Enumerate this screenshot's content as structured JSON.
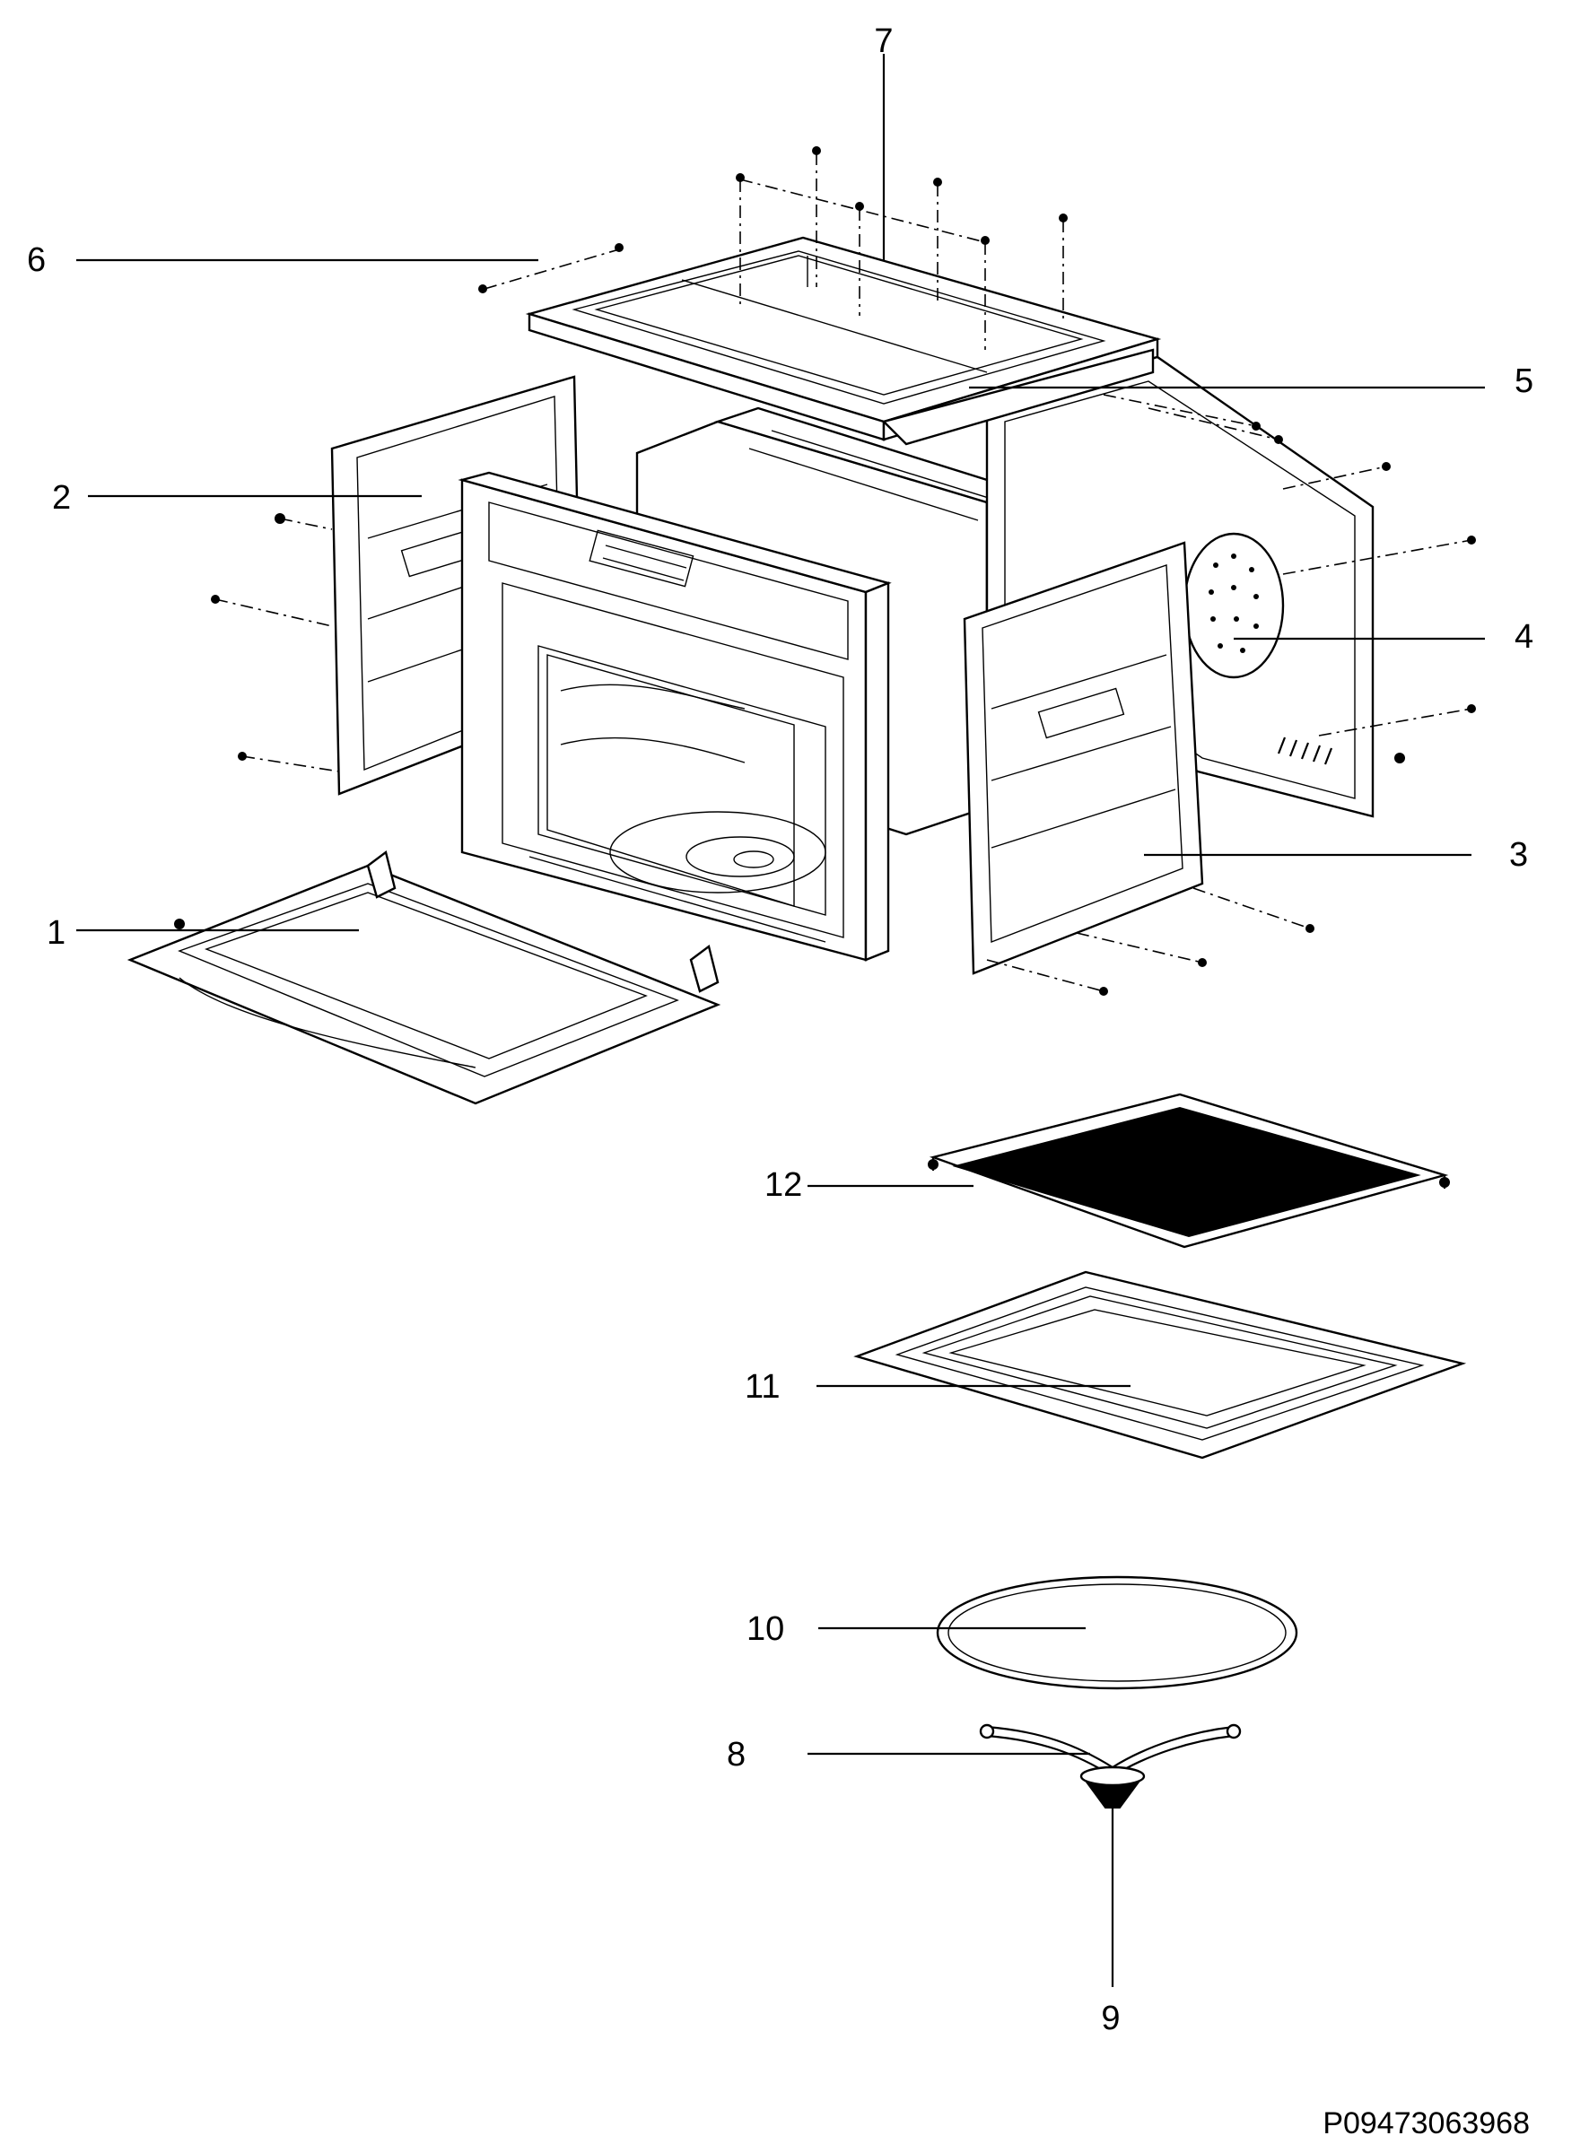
{
  "diagram": {
    "callouts": [
      {
        "id": "1",
        "label": "1"
      },
      {
        "id": "2",
        "label": "2"
      },
      {
        "id": "3",
        "label": "3"
      },
      {
        "id": "4",
        "label": "4"
      },
      {
        "id": "5",
        "label": "5"
      },
      {
        "id": "6",
        "label": "6"
      },
      {
        "id": "7",
        "label": "7"
      },
      {
        "id": "8",
        "label": "8"
      },
      {
        "id": "9",
        "label": "9"
      },
      {
        "id": "10",
        "label": "10"
      },
      {
        "id": "11",
        "label": "11"
      },
      {
        "id": "12",
        "label": "12"
      }
    ],
    "part_code": "P09473063968"
  }
}
